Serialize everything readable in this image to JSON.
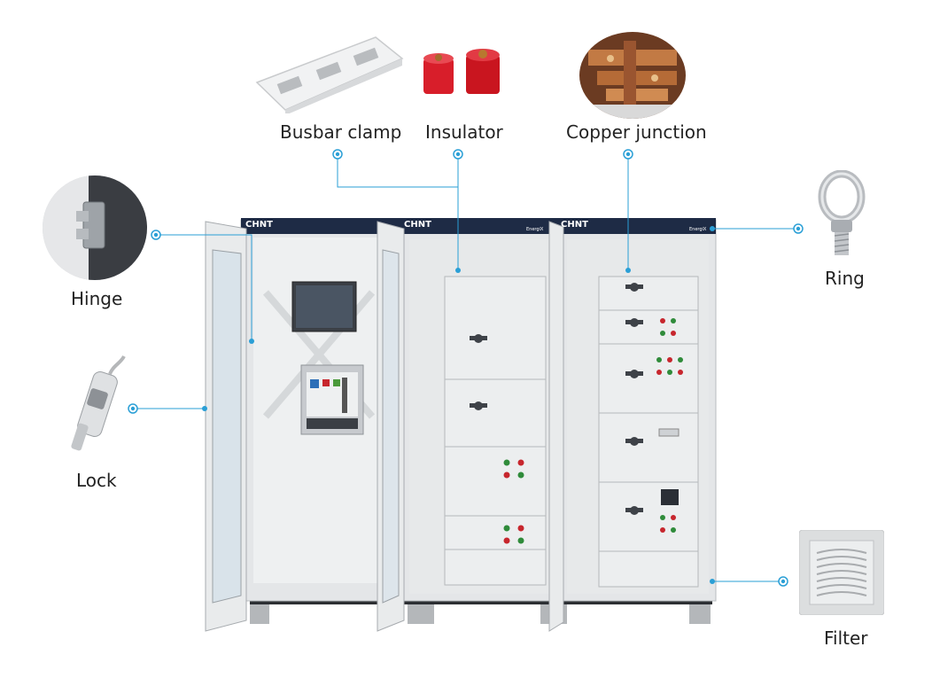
{
  "callouts": {
    "busbar_clamp": "Busbar clamp",
    "insulator": "Insulator",
    "copper_junction": "Copper junction",
    "hinge": "Hinge",
    "lock": "Lock",
    "ring": "Ring",
    "filter": "Filter"
  },
  "cabinet": {
    "brand": [
      "CHNT",
      "CHNT",
      "CHNT"
    ],
    "series": [
      "EnergiX",
      "EnergiX"
    ]
  },
  "colors": {
    "callout_line": "#2a9fd6",
    "cabinet_body": "#e3e5e7",
    "cabinet_top": "#1e2b45",
    "insulator_red": "#d81e2a",
    "copper": "#b8693a"
  }
}
